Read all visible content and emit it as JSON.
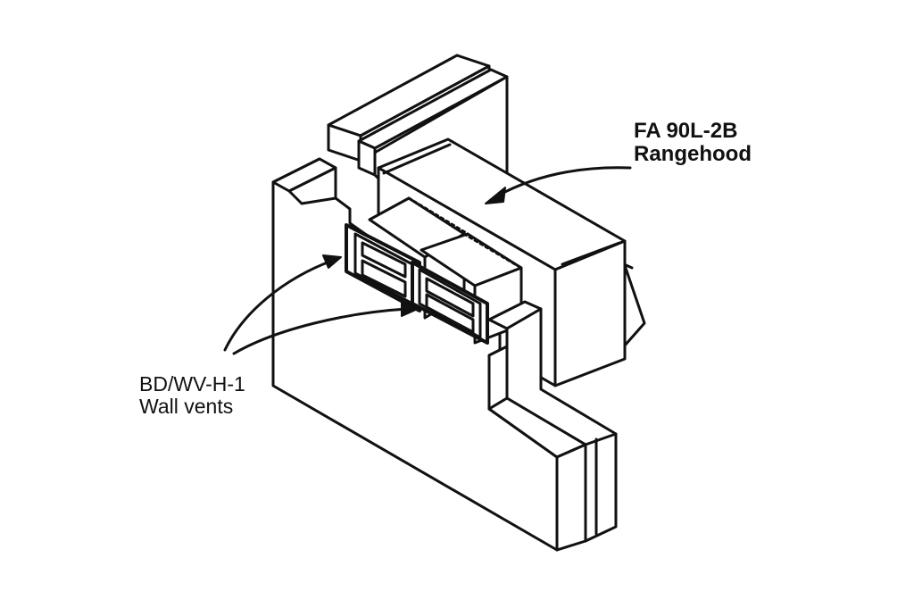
{
  "callouts": {
    "rangehood": {
      "model": "FA 90L-2B",
      "label": "Rangehood"
    },
    "wall_vents": {
      "model": "BD/WV-H-1",
      "label": "Wall vents"
    }
  },
  "colors": {
    "ink": "#111111",
    "paper": "#ffffff"
  }
}
